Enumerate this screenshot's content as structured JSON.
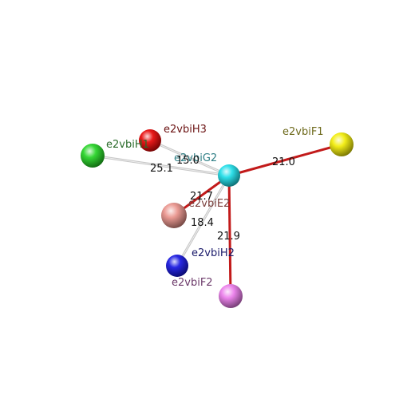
{
  "colors": {
    "background": "#ffffff",
    "bond_red": "#c21a1a",
    "bond_gray": "#c6c6c6"
  },
  "nodes": [
    {
      "id": "e2vbiG2",
      "label": "e2vbiG2",
      "color": "#18dde8",
      "label_color": "#2f7f86"
    },
    {
      "id": "e2vbiH3",
      "label": "e2vbiH3",
      "color": "#e60000",
      "label_color": "#6b1212"
    },
    {
      "id": "e2vbiH1",
      "label": "e2vbiH1",
      "color": "#1fd21f",
      "label_color": "#2a6b2a"
    },
    {
      "id": "e2vbiF1",
      "label": "e2vbiF1",
      "color": "#f2ec00",
      "label_color": "#6e6a1c"
    },
    {
      "id": "e2vbiE2",
      "label": "e2vbiE2",
      "color": "#e99088",
      "label_color": "#7a3e3b"
    },
    {
      "id": "e2vbiH2",
      "label": "e2vbiH2",
      "color": "#1010e0",
      "label_color": "#1a1a6a"
    },
    {
      "id": "e2vbiF2",
      "label": "e2vbiF2",
      "color": "#ea77ea",
      "label_color": "#6c3a6a"
    }
  ],
  "edges": [
    {
      "from": "e2vbiG2",
      "to": "e2vbiH3",
      "distance": "15.0",
      "style": "gray"
    },
    {
      "from": "e2vbiG2",
      "to": "e2vbiH1",
      "distance": "25.1",
      "style": "gray"
    },
    {
      "from": "e2vbiG2",
      "to": "e2vbiF1",
      "distance": "21.0",
      "style": "red"
    },
    {
      "from": "e2vbiG2",
      "to": "e2vbiE2",
      "distance": "21.7",
      "style": "red"
    },
    {
      "from": "e2vbiG2",
      "to": "e2vbiH2",
      "distance": "18.4",
      "style": "gray"
    },
    {
      "from": "e2vbiG2",
      "to": "e2vbiF2",
      "distance": "21.9",
      "style": "red"
    }
  ]
}
